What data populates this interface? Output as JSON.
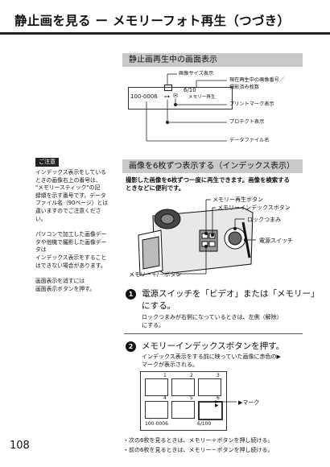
{
  "header": {
    "title": "静止画を見る ー メモリーフォト再生（つづき）"
  },
  "section1": {
    "heading": "静止画再生中の画面表示",
    "screen_texts": {
      "counter": "100-0006",
      "image_count": "6/10",
      "memory_play": "メモリー再生"
    },
    "callouts": [
      "画像サイズ表示",
      "現在再生中の画像番号／",
      "撮影済み枚数",
      "プリントマーク表示",
      "プロテクト表示",
      "データファイル名"
    ]
  },
  "note": {
    "label": "ご注意",
    "paragraphs": [
      "インデックス表示をしている",
      "ときの画像右上の番号は、",
      "\"メモリースティック\"の記",
      "録順を示す番号です。データ",
      "ファイル名（90ページ）とは",
      "違いますのでご注意くださ",
      "い。"
    ],
    "paragraphs2": [
      "パソコンで加工した画像デー",
      "タや他機で撮影した画像デー",
      "タは",
      "インデックス表示をすること",
      "はできない場合があります。"
    ],
    "paragraphs3": [
      "画面表示を消すには",
      "画面表示ボタンを押す。"
    ]
  },
  "section2": {
    "heading": "画像を6枚ずつ表示する（インデックス表示）",
    "lead": [
      "撮影した画像を6枚ずつ一度に再生できます。画像を検索する",
      "ときなどに便利です。"
    ],
    "camera_labels": {
      "memory_play_button": "メモリー再生ボタン",
      "memory_index_button": "メモリーインデックスボタン",
      "lock_knob": "ロックつまみ",
      "power_switch": "電源スイッチ",
      "memory_plus_minus": "メモリー＋/－ボタン"
    }
  },
  "steps": [
    {
      "num": "1",
      "title": "電源スイッチを「ビデオ」または「メモリー」",
      "title2": "にする。",
      "sub": [
        "ロックつまみが右側になっているときは、左側（解除）",
        "にする。"
      ]
    },
    {
      "num": "2",
      "title": "メモリーインデックスボタンを押す。",
      "title2": "",
      "sub": [
        "インデックス表示をする前に映っていた画像に赤色の▶",
        "マークが表示される。"
      ]
    }
  ],
  "index_screen": {
    "cell_numbers": [
      "1",
      "2",
      "3",
      "4",
      "5",
      "6"
    ],
    "counter": "100-0006",
    "image_count": "6/100",
    "mark_label": "▶マーク"
  },
  "bullets": [
    "・次の6枚を見るときは、メモリー＋ボタンを押し続ける。",
    "・前の6枚を見るときは、メモリー－ボタンを押し続ける。"
  ],
  "footer": {
    "page": "108"
  }
}
